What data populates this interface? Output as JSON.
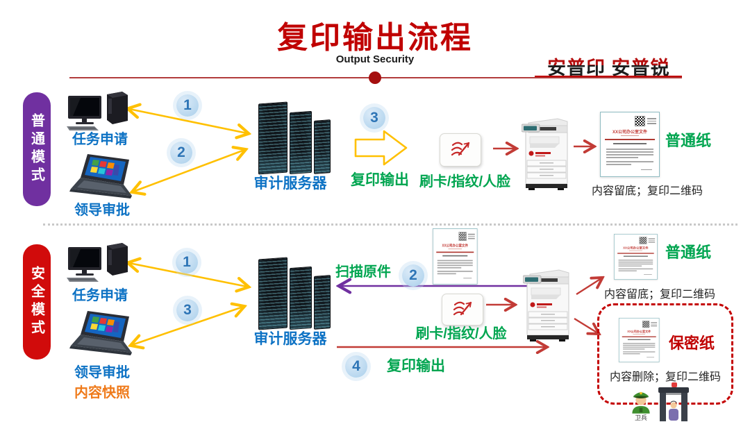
{
  "header": {
    "title": "复印输出流程",
    "subtitle": "Output Security",
    "brand": "安普印 安普锐"
  },
  "document": {
    "heading": "XX公司办公室文件"
  },
  "colors": {
    "title_red": "#C00000",
    "normal_mode_purple": "#7030A0",
    "secure_mode_red": "#D10B0B",
    "label_blue": "#0D72C4",
    "label_green": "#00A550",
    "label_orange": "#EF7A1A",
    "arrow_yellow": "#FFC000",
    "arrow_red": "#C23B36",
    "arrow_purple": "#7030A0",
    "step_circle_blue": "#2E75B6"
  },
  "normal_mode": {
    "mode_label": "普通模式",
    "step1": "1",
    "step2": "2",
    "step3": "3",
    "task_request": "任务申请",
    "leader_approval": "领导审批",
    "audit_server": "审计服务器",
    "copy_output": "复印输出",
    "auth_methods": "刷卡/指纹/人脸",
    "plain_paper": "普通纸",
    "plain_paper_note": "内容留底；复印二维码"
  },
  "secure_mode": {
    "mode_label": "安全模式",
    "step1": "1",
    "step2": "2",
    "step3": "3",
    "step4": "4",
    "task_request": "任务申请",
    "leader_approval": "领导审批",
    "content_snapshot": "内容快照",
    "audit_server": "审计服务器",
    "scan_original": "扫描原件",
    "auth_methods": "刷卡/指纹/人脸",
    "copy_output": "复印输出",
    "plain_paper": "普通纸",
    "plain_paper_note": "内容留底；复印二维码",
    "secure_paper": "保密纸",
    "secure_paper_note": "内容删除；复印二维码",
    "guard_label": "卫兵"
  }
}
